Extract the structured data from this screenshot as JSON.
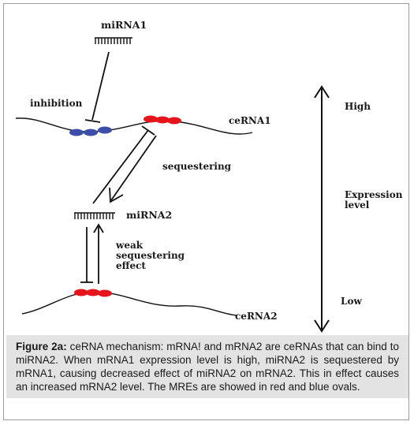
{
  "labels": {
    "mirna1": "miRNA1",
    "mirna2": "miRNA2",
    "inhibition": "inhibition",
    "cerna1": "ceRNA1",
    "cerna2": "ceRNA2",
    "sequestering": "sequestering",
    "weak_line1": "weak",
    "weak_line2": "sequestering",
    "weak_line3": "effect",
    "high": "High",
    "expression_line1": "Expression",
    "expression_line2": "level",
    "low": "Low"
  },
  "caption": {
    "title": "Figure 2a:",
    "text": " ceRNA mechanism: mRNA! and mRNA2 are ceRNAs that can bind to miRNA2. When mRNA1 expression level is high, miRNA2 is sequestered by mRNA1, causing decreased effect of miRNA2 on mRNA2. This in effect causes an increased mRNA2 level.  The MREs are showed in red and blue ovals."
  },
  "colors": {
    "mre_red": "#e8141b",
    "mre_blue": "#3c4ea8",
    "line": "#111111",
    "caption_bg": "#e3e3e3"
  }
}
